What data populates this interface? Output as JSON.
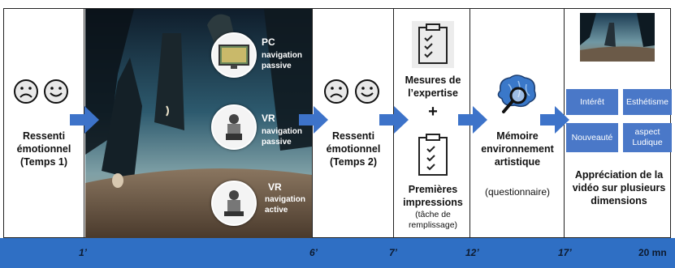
{
  "col1": {
    "label": "Ressenti émotionnel (Temps 1)"
  },
  "col2": {
    "items": [
      {
        "title": "PC",
        "sub": "navigation passive"
      },
      {
        "title": "VR",
        "sub": "navigation passive"
      },
      {
        "title": "VR",
        "sub": "navigation active"
      }
    ]
  },
  "col3": {
    "label": "Ressenti émotionnel (Temps 2)"
  },
  "col4": {
    "top_label": "Mesures de l’expertise",
    "plus": "+",
    "bottom_label": "Premières impressions",
    "bottom_sub": "(tâche de remplissage)"
  },
  "col5": {
    "label": "Mémoire environnement artistique",
    "sub": "(questionnaire)"
  },
  "col6": {
    "boxes": [
      "Intérêt",
      "Esthétisme",
      "Nouveauté",
      "aspect Ludique"
    ],
    "label": "Appréciation de la vidéo sur plusieurs dimensions"
  },
  "timeline": {
    "ticks": [
      "1’",
      "6’",
      "7’",
      "12’",
      "17’",
      "20 mn"
    ]
  },
  "colors": {
    "timeline": "#2f6fc4",
    "arrow": "#3d73c9",
    "box": "#4a78c8"
  }
}
